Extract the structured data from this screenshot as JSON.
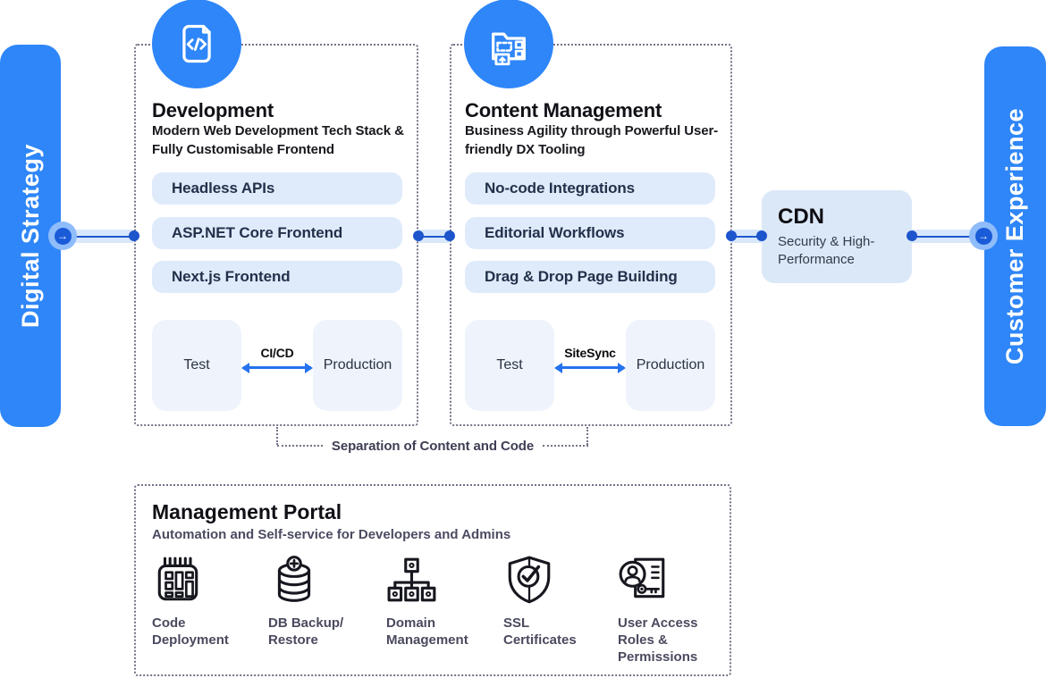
{
  "colors": {
    "brand_blue": "#2E86F8",
    "connector_band": "#D9E7FA",
    "connector_line": "#1E5ACF",
    "connector_dot": "#1D55CC",
    "pill_bg": "#DFEBFB",
    "cdn_bg": "#DBE8F8",
    "env_bg": "#EEF3FC",
    "dotted_border": "#5A5A72",
    "arrow_blue": "#2472EE"
  },
  "left_bar": {
    "label": "Digital Strategy"
  },
  "right_bar": {
    "label": "Customer Experience"
  },
  "connectors": {
    "arrow_glyph": "→"
  },
  "development": {
    "title": "Development",
    "subtitle": "Modern Web Development Tech Stack &\nFully Customisable Frontend",
    "icon": "code-document-icon",
    "features": [
      "Headless APIs",
      "ASP.NET Core Frontend",
      "Next.js Frontend"
    ],
    "environments": {
      "left": "Test",
      "right": "Production",
      "arrow_label": "CI/CD"
    }
  },
  "content_management": {
    "title": "Content Management",
    "subtitle": "Business Agility through Powerful User-\nfriendly DX Tooling",
    "icon": "cms-page-builder-icon",
    "features": [
      "No-code Integrations",
      "Editorial Workflows",
      "Drag & Drop Page Building"
    ],
    "environments": {
      "left": "Test",
      "right": "Production",
      "arrow_label": "SiteSync"
    }
  },
  "cdn": {
    "title": "CDN",
    "subtitle": "Security & High-\nPerformance"
  },
  "separation_label": "Separation of Content and Code",
  "management_portal": {
    "title": "Management Portal",
    "subtitle": "Automation and Self-service for Developers and Admins",
    "tools": [
      {
        "icon": "code-deployment-icon",
        "label": "Code\nDeployment"
      },
      {
        "icon": "db-backup-restore-icon",
        "label": "DB Backup/\nRestore"
      },
      {
        "icon": "domain-management-icon",
        "label": "Domain\nManagement"
      },
      {
        "icon": "ssl-certificates-icon",
        "label": "SSL\nCertificates"
      },
      {
        "icon": "user-access-icon",
        "label": "User Access\nRoles &\nPermissions"
      }
    ]
  }
}
